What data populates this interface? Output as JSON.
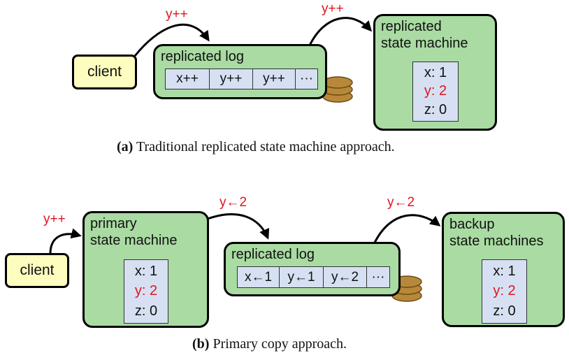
{
  "panel_a": {
    "client_label": "client",
    "arrow1_label": "y++",
    "arrow2_label": "y++",
    "log": {
      "title": "replicated log",
      "entries": [
        {
          "text": "x++",
          "highlight": false
        },
        {
          "text": "y++",
          "highlight": false
        },
        {
          "text": "y++",
          "highlight": true
        },
        {
          "text": "···",
          "highlight": false
        }
      ]
    },
    "state_machine": {
      "title_line1": "replicated",
      "title_line2": "state machine",
      "vars": [
        {
          "text": "x: 1",
          "highlight": false
        },
        {
          "text": "y: 2",
          "highlight": true
        },
        {
          "text": "z: 0",
          "highlight": false
        }
      ]
    },
    "caption_tag": "(a)",
    "caption_text": " Traditional replicated state machine approach."
  },
  "panel_b": {
    "client_label": "client",
    "arrow1_label": "y++",
    "arrow2_label": "y←2",
    "arrow3_label": "y←2",
    "primary": {
      "title_line1": "primary",
      "title_line2": "state machine",
      "vars": [
        {
          "text": "x: 1",
          "highlight": false
        },
        {
          "text": "y: 2",
          "highlight": true
        },
        {
          "text": "z: 0",
          "highlight": false
        }
      ]
    },
    "log": {
      "title": "replicated log",
      "entries": [
        {
          "text": "x←1",
          "highlight": false
        },
        {
          "text": "y←1",
          "highlight": false
        },
        {
          "text": "y←2",
          "highlight": true
        },
        {
          "text": "···",
          "highlight": false
        }
      ]
    },
    "backup": {
      "title_line1": "backup",
      "title_line2": "state machines",
      "vars": [
        {
          "text": "x: 1",
          "highlight": false
        },
        {
          "text": "y: 2",
          "highlight": true
        },
        {
          "text": "z: 0",
          "highlight": false
        }
      ]
    },
    "caption_tag": "(b)",
    "caption_text": " Primary copy approach."
  },
  "colors": {
    "client_fill": "#fdfdbf",
    "box_fill": "#a9dba2",
    "inner_fill": "#d6e0f2",
    "highlight_text": "#e0141e",
    "disk_fill": "#b8883a"
  }
}
